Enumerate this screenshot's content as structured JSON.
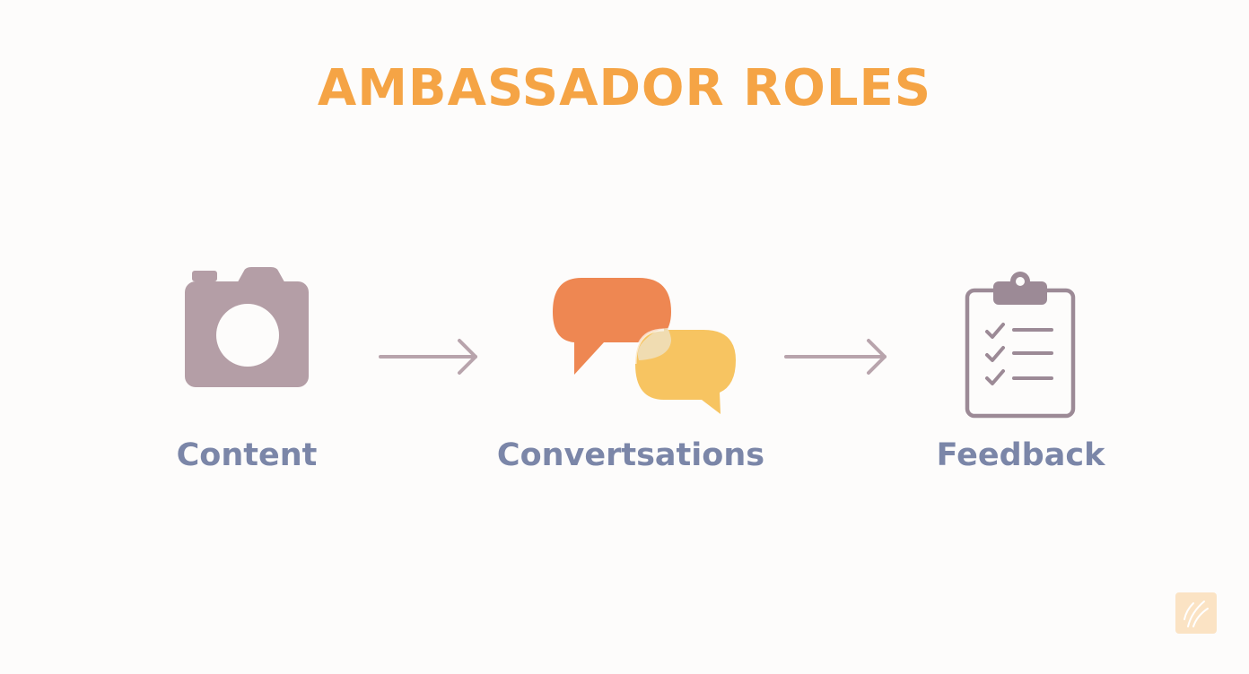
{
  "title": "AMBASSADOR ROLES",
  "steps": [
    {
      "label": "Content",
      "icon": "camera-icon"
    },
    {
      "label": "Convertsations",
      "icon": "chat-bubbles-icon"
    },
    {
      "label": "Feedback",
      "icon": "clipboard-checklist-icon"
    }
  ],
  "connectors": [
    "arrow-right-icon",
    "arrow-right-icon"
  ],
  "colors": {
    "title": "#f5a445",
    "label": "#7b86a8",
    "icon_muted": "#b49ea6",
    "bubble_orange": "#ee8752",
    "bubble_yellow": "#f7c461",
    "arrow": "#b8a4ac",
    "background": "#fdfcfb"
  }
}
